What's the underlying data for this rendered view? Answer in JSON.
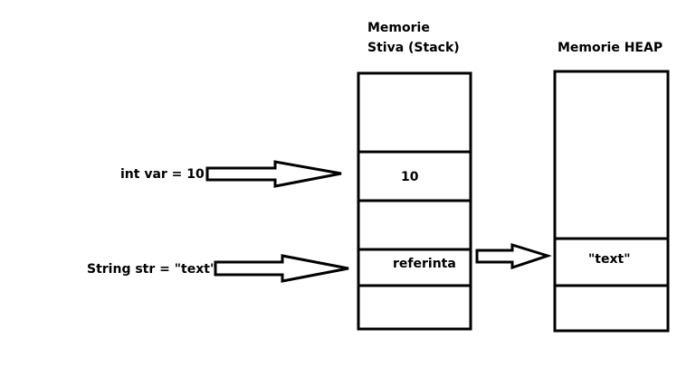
{
  "stack": {
    "title_line1": "Memorie",
    "title_line2": "Stiva (Stack)",
    "cell_value": "10",
    "cell_reference": "referinta"
  },
  "heap": {
    "title": "Memorie HEAP",
    "cell_text": "\"text\""
  },
  "code": {
    "int_decl": "int var = 10",
    "string_decl": "String str = \"text\""
  }
}
